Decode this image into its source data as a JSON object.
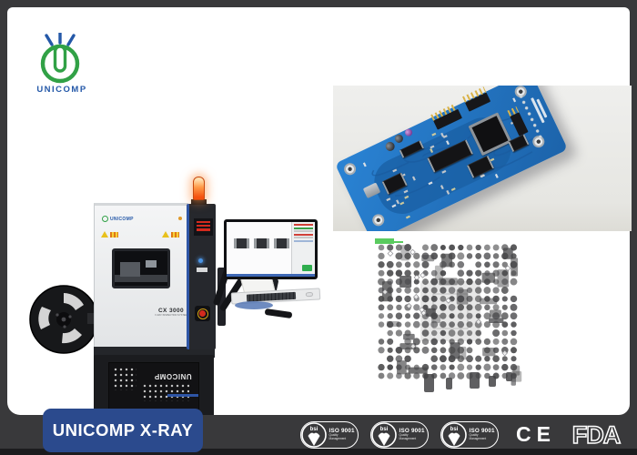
{
  "brand": {
    "logo_text": "UNICOMP",
    "plate_text": "UNICOMP X-RAY"
  },
  "machine": {
    "cabinet_logo": "UNICOMP",
    "model": "CX 3000",
    "model_subtitle": "X-RAY INSPECTION SYSTEM",
    "stand_text": "UNICOMP"
  },
  "certifications": {
    "iso_badges": [
      {
        "org": "bsi",
        "standard": "ISO 9001",
        "line1": "Quality",
        "line2": "Management"
      },
      {
        "org": "bsi",
        "standard": "ISO 9001",
        "line1": "Quality",
        "line2": "Management"
      },
      {
        "org": "bsi",
        "standard": "ISO 9001",
        "line1": "Quality",
        "line2": "Management"
      }
    ],
    "ce_label": "CE",
    "fda_label": "FDA"
  },
  "colors": {
    "logo_green": "#31a146",
    "logo_blue": "#2458a8",
    "plate_navy": "#2b4a8d",
    "frame_gray": "#39393b",
    "pcb_blue": "#2173c2",
    "beacon_orange": "#ff9a48",
    "estop_red": "#d42a1e"
  }
}
